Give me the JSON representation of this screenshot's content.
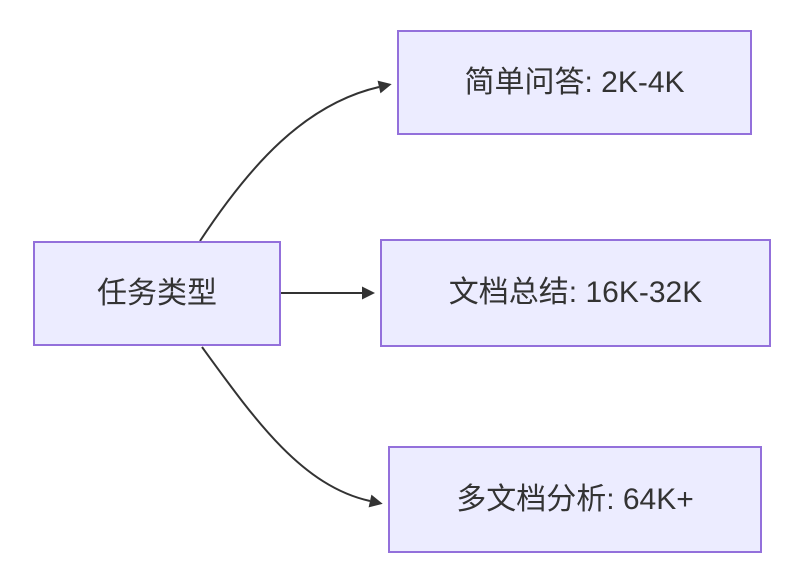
{
  "colors": {
    "background": "#ffffff",
    "node-fill": "#ECECFF",
    "node-border": "#9370DB",
    "edge": "#333333",
    "text": "#333333"
  },
  "flowchart": {
    "root": {
      "label": "任务类型"
    },
    "branches": [
      {
        "label": "简单问答: 2K-4K"
      },
      {
        "label": "文档总结: 16K-32K"
      },
      {
        "label": "多文档分析: 64K+"
      }
    ]
  }
}
